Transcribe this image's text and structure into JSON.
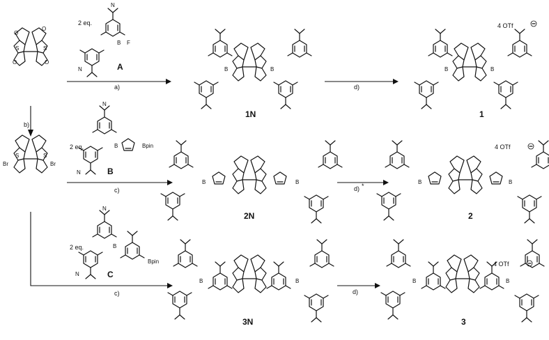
{
  "reagents": {
    "A": {
      "label": "A",
      "equiv": "2 eq.",
      "atom_b": "B",
      "atom_f": "F"
    },
    "B": {
      "label": "B",
      "equiv": "2 eq.",
      "atom_b": "B",
      "bpin": "Bpin"
    },
    "C": {
      "label": "C",
      "equiv": "2 eq.",
      "atom_b": "B",
      "bpin": "Bpin"
    }
  },
  "conditions": {
    "a": "a)",
    "b": "b)",
    "c1": "c)",
    "c2": "c)",
    "d1": "d)",
    "d2": "d)",
    "d2_mark": "*",
    "d3": "d)"
  },
  "halides": {
    "br": "Br"
  },
  "neutral": {
    "p1": "1N",
    "p2": "2N",
    "p3": "3N"
  },
  "cationic": {
    "p1": "1",
    "p2": "2",
    "p3": "3"
  },
  "counterion": "4 OTf",
  "atoms": {
    "S": "S",
    "O": "O",
    "N": "N",
    "B": "B"
  }
}
